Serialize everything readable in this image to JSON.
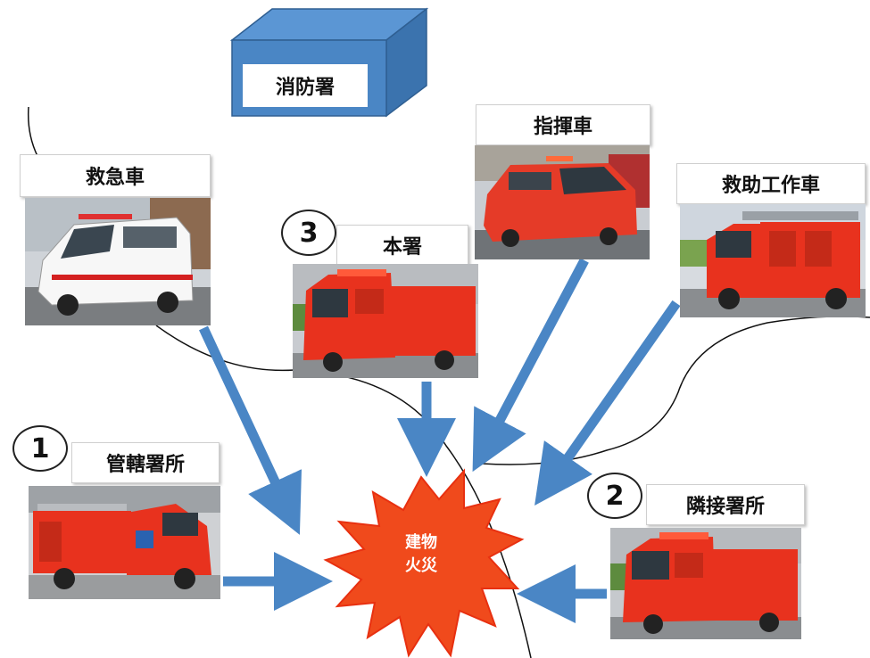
{
  "station": {
    "label": "消防署"
  },
  "fire": {
    "line1": "建物",
    "line2": "火災"
  },
  "units": {
    "ambulance": {
      "label": "救急車",
      "icon": "ambulance-icon"
    },
    "command": {
      "label": "指揮車",
      "icon": "command-car-icon"
    },
    "rescue": {
      "label": "救助工作車",
      "icon": "rescue-truck-icon"
    },
    "main": {
      "number": "3",
      "label": "本署",
      "icon": "fire-engine-icon"
    },
    "jurisdiction": {
      "number": "1",
      "label": "管轄署所",
      "icon": "fire-engine-icon"
    },
    "adjacent": {
      "number": "2",
      "label": "隣接署所",
      "icon": "fire-engine-icon"
    }
  },
  "colors": {
    "arrow": "#4a86c5",
    "station_box": "#4a86c5",
    "fire": "#f04a1c",
    "vehicle_red": "#e8321e"
  }
}
